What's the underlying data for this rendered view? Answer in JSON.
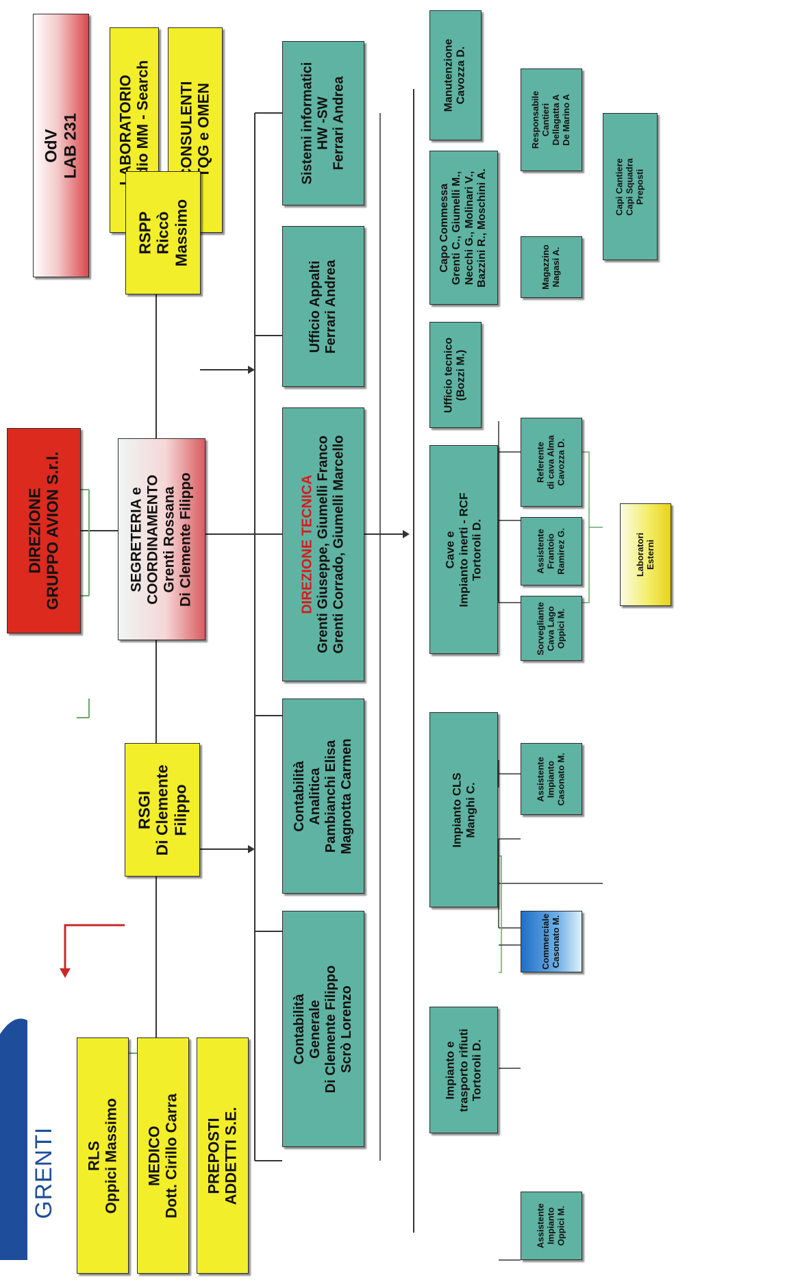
{
  "logo": {
    "name": "GRENTI"
  },
  "colors": {
    "yellow": "#f3ee2a",
    "teal": "#5fb3a2",
    "red": "#dd2a1f",
    "lines": "#333333",
    "arrow": "#c8282a"
  },
  "boxes": {
    "direzione": {
      "lines": [
        "DIREZIONE",
        "GRUPPO AVION S.r.l."
      ]
    },
    "odv": {
      "lines": [
        "OdV",
        "LAB 231"
      ]
    },
    "laboratorio": {
      "lines": [
        "LABORATORIO",
        "Studio MM - Search"
      ]
    },
    "consulenti": {
      "lines": [
        "CONSULENTI",
        "TQG e OMEN"
      ]
    },
    "rsgi": {
      "lines": [
        "RSGI",
        "Di Clemente",
        "Filippo"
      ]
    },
    "segreteria": {
      "lines": [
        "SEGRETERIA e",
        "COORDINAMENTO",
        "Grenti Rossana",
        "Di Clemente Filippo"
      ]
    },
    "rspp": {
      "lines": [
        "RSPP",
        "Riccò",
        "Massimo"
      ]
    },
    "rls": {
      "lines": [
        "RLS",
        "Oppici Massimo"
      ]
    },
    "medico": {
      "lines": [
        "MEDICO",
        "Dott. Cirillo Carra"
      ]
    },
    "preposti": {
      "lines": [
        "PREPOSTI",
        "ADDETTI S.E."
      ]
    },
    "sistemi": {
      "lines": [
        "Sistemi informatici",
        "HW -SW",
        "Ferrari Andrea"
      ]
    },
    "appalti": {
      "lines": [
        "Ufficio Appalti",
        "Ferrari Andrea"
      ]
    },
    "direzione_tecnica": {
      "title": "DIREZIONE TECNICA",
      "lines": [
        "Grenti Giuseppe, Giumelli Franco",
        "Grenti Corrado, Giumelli Marcello"
      ]
    },
    "analitica": {
      "lines": [
        "Contabilità",
        "Analitica",
        "Pambianchi Elisa",
        "Magnotta Carmen"
      ]
    },
    "generale": {
      "lines": [
        "Contabilità",
        "Generale",
        "Di Clemente Filippo",
        "Scrò Lorenzo"
      ]
    },
    "manutenzione": {
      "lines": [
        "Manutenzione",
        "Cavozza D."
      ]
    },
    "capo_commessa": {
      "lines": [
        "Capo Commessa",
        "Grenti C., Giumelli M.,",
        "Necchi G., Molinari V.,",
        "Bazzini R., Moschini A."
      ]
    },
    "ufficio_tecnico": {
      "lines": [
        "Ufficio tecnico",
        "(Bozzi M.)"
      ]
    },
    "cave": {
      "lines": [
        "Cave e",
        "Impianto inerti - RCF",
        "Tortoroli D."
      ]
    },
    "impianto_cls": {
      "lines": [
        "Impianto CLS",
        "Manghi C."
      ]
    },
    "impianto_rifiuti": {
      "lines": [
        "Impianto e",
        "trasporto rifiuti",
        "Tortoroli D."
      ]
    },
    "responsabile": {
      "lines": [
        "Responsabile",
        "Cantieri",
        "Dellagatta A",
        "De Marino A"
      ]
    },
    "magazzino": {
      "lines": [
        "Magazzino",
        "Nagasi A."
      ]
    },
    "capi_cantiere": {
      "lines": [
        "Capi Cantiere",
        "Capi Squadra",
        "Preposti"
      ]
    },
    "referente": {
      "lines": [
        "Referente",
        "di cava Alma",
        "Cavozza D."
      ]
    },
    "assistente_frantoio": {
      "lines": [
        "Assistente",
        "Frantoio",
        "Ramirez G."
      ]
    },
    "sorvegliante": {
      "lines": [
        "Sorvegliante",
        "Cava Lago",
        "Oppici M."
      ]
    },
    "laboratori_esterni": {
      "lines": [
        "Laboratori",
        "Esterni"
      ]
    },
    "assistente_casonato": {
      "lines": [
        "Assistente",
        "Impianto",
        "Casonato M."
      ]
    },
    "commerciale": {
      "lines": [
        "Commerciale",
        "Casonato M."
      ]
    },
    "assistente_oppici": {
      "lines": [
        "Assistente",
        "Impianto",
        "Oppici M."
      ]
    }
  }
}
